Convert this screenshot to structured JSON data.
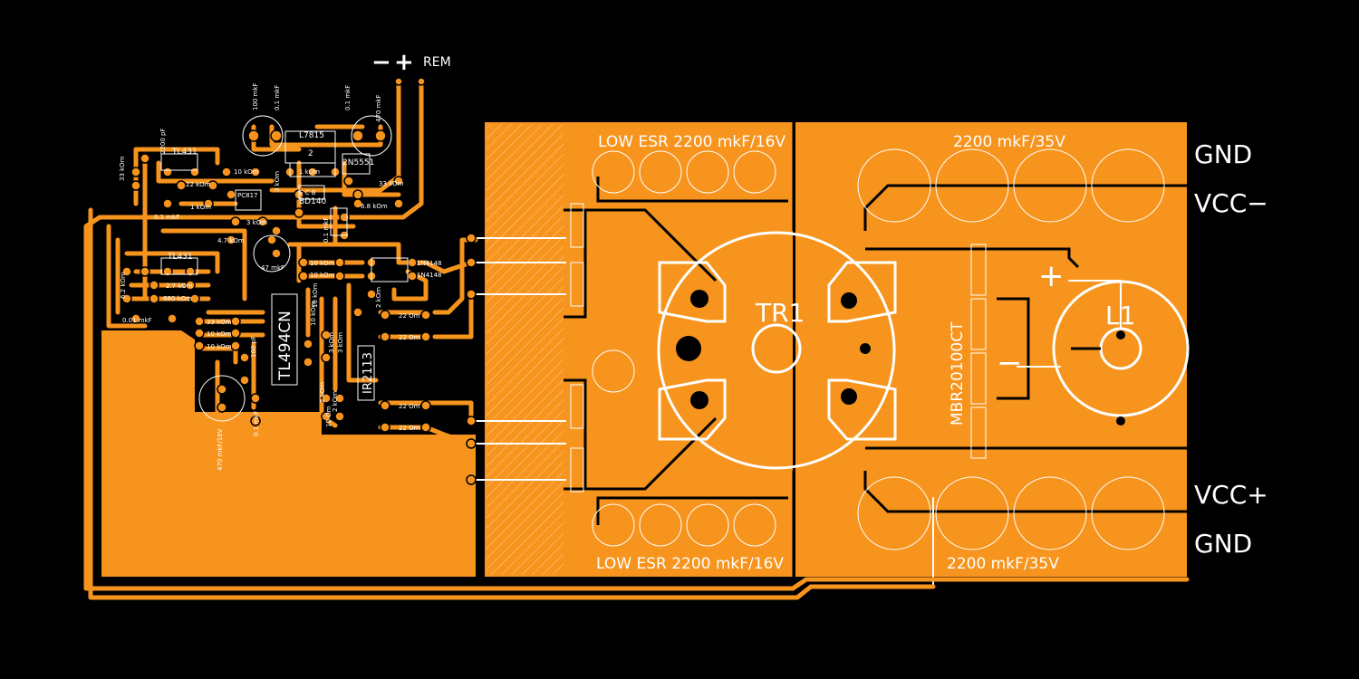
{
  "terminals": {
    "minus": "−",
    "plus": "+",
    "rem": "REM"
  },
  "rail_labels": {
    "gnd_top": "GND",
    "vcc_minus": "VCC−",
    "vcc_plus": "VCC+",
    "gnd_bottom": "GND"
  },
  "capacitor_banks": {
    "primary_top": "LOW ESR 2200 mkF/16V",
    "primary_bottom": "LOW ESR 2200 mkF/16V",
    "secondary_top": "2200 mkF/35V",
    "secondary_bottom": "2200 mkF/35V"
  },
  "power_parts": {
    "transformer": "TR1",
    "inductor": "L1",
    "rectifier": "MBR20100CT",
    "plus_mark": "+",
    "minus_mark": "−"
  },
  "control_parts": {
    "pwm_ic": "TL494CN",
    "driver_ic": "IR2113",
    "regulator": "L7815",
    "shunt_ref_1": "TL431",
    "shunt_ref_2": "TL431",
    "optocoupler": "PC817",
    "transistor_npn": "2N5551",
    "transistor_pnp": "BD140",
    "reg_marker": "2",
    "pnp_pins": "E C B"
  },
  "small_labels": {
    "c_2200pf": "2200 pF",
    "c_100mkf": "100 mkF",
    "c_01mkf_top1": "0.1 mkF",
    "c_01mkf_top2": "0.1 mkF",
    "c_470mkf_top": "470 mkF",
    "c_01mkf_left": "0.1 mkF",
    "c_01mkf_mid": "0.1 mkF",
    "c_47mkf": "47 mkF",
    "c_001mkf": "0.01 mkF",
    "c_100pf": "100 pF",
    "c_01mkf_bottom": "0.1 mkF",
    "c_470mkf_bottom": "470 mkF/16V",
    "r_33k_a": "33 kOm",
    "r_10k_a": "10 kOm",
    "r_22k": "22 kOm",
    "r_1k_a": "1 kOm",
    "r_1k_b": "1 kOm",
    "r_3k_a": "3 kOm",
    "r_33k_b": "33 kOm",
    "r_68k": "6.8 kOm",
    "r_3k_b": "3 kOm",
    "r_47k": "4.7 kOm",
    "r_62k": "6.2 kOm",
    "r_27k": "2.7 kOm",
    "r_680k": "680 kOm",
    "r_10k_b": "10 kOm",
    "r_10k_c": "10 kOm",
    "r_10k_d": "10 kOm",
    "r_33k_c": "33 kOm",
    "r_10k_e": "10 kOm",
    "r_10k_f": "10 kOm",
    "r_10k_g": "10 kOm",
    "r_3k_c": "3 kOm",
    "r_3k_d": "3 kOm",
    "r_2k_a": "2 kOm",
    "r_2k_b": "2 kOm",
    "r_2k_c": "2 kOm",
    "r_22om_1": "22 Om",
    "r_22om_2": "22 Om",
    "r_22om_3": "22 Om",
    "r_22om_4": "22 Om",
    "r_10om": "10 Om",
    "d_1": "1N4148",
    "d_2": "1N4148"
  }
}
